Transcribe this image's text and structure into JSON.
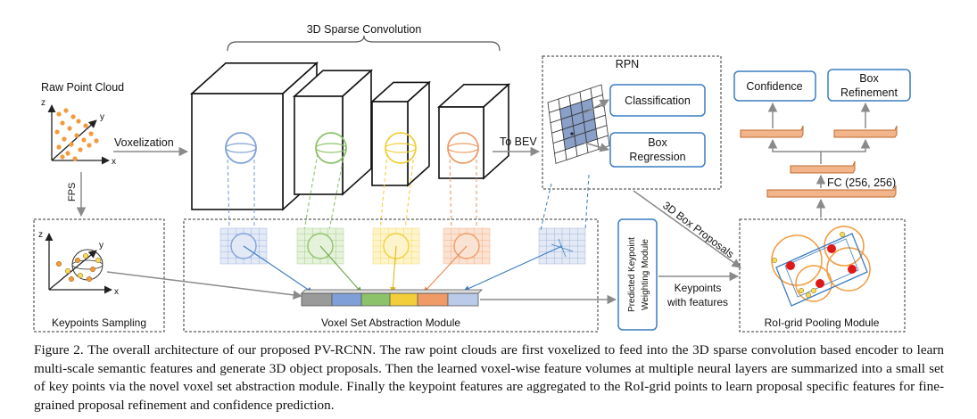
{
  "diagram": {
    "sparse_conv_label": "3D Sparse Convolution",
    "raw_point_cloud": "Raw Point Cloud",
    "axis_z": "z",
    "axis_y": "y",
    "axis_x": "x",
    "voxelization": "Voxelization",
    "fps": "FPS",
    "to_bev": "To BEV",
    "rpn": "RPN",
    "classification": "Classification",
    "box_regression_1": "Box",
    "box_regression_2": "Regression",
    "confidence": "Confidence",
    "box_refinement_1": "Box",
    "box_refinement_2": "Refinement",
    "fc_label": "FC (256, 256)",
    "box_proposals": "3D Box Proposals",
    "keypoints_sampling": "Keypoints Sampling",
    "voxel_set_abstraction": "Voxel Set Abstraction Module",
    "pkw_1": "Predicted Keypoint",
    "pkw_2": "Weighting Module",
    "keypoints_with_1": "Keypoints",
    "keypoints_with_2": "with features",
    "roi_grid": "RoI-grid Pooling Module",
    "colors": {
      "blue": "#7f9fd8",
      "green": "#8cc26a",
      "yellow": "#f2cf3a",
      "orange": "#f09a66",
      "bev_fill": "#8aa0c8",
      "fc_orange": "#f2b48a",
      "box_border": "#3c7dc2",
      "arrow": "#8a8a8a",
      "point_orange": "#f39a3c",
      "keypoint_yellow": "#f7dc5a",
      "red_point": "#e01818"
    }
  },
  "caption": "Figure 2. The overall architecture of our proposed PV-RCNN. The raw point clouds are first voxelized to feed into the 3D sparse convolution based encoder to learn multi-scale semantic features and generate 3D object proposals. Then the learned voxel-wise feature volumes at multiple neural layers are summarized into a small set of key points via the novel voxel set abstraction module. Finally the keypoint features are aggregated to the RoI-grid points to learn proposal specific features for fine-grained proposal refinement and confidence prediction."
}
